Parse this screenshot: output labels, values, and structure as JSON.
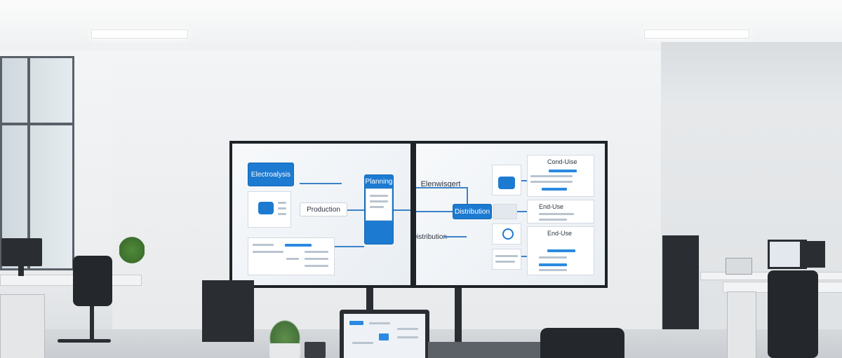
{
  "wall_display": {
    "left_screen": {
      "header_label": "Electroalysis",
      "node_production": "Production",
      "node_planning": "Planning"
    },
    "right_screen": {
      "top_label": "Elenwisgert",
      "node_distribution_blue": "Distribution",
      "node_distribution": "Distribution",
      "panel_top_title": "Cond-Uise",
      "panel_mid_title": "End-Use",
      "panel_bottom_title": "End-Use"
    }
  },
  "colors": {
    "accent_blue": "#1c7ad1",
    "screen_bg": "#f3f6f9",
    "bezel": "#1e2328"
  }
}
